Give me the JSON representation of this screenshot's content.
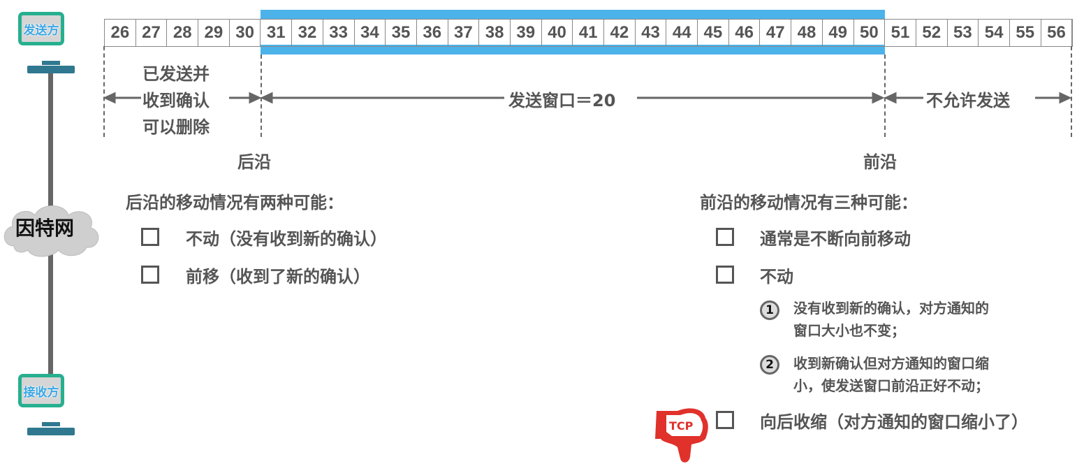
{
  "hosts": {
    "sender": "发送方",
    "receiver": "接收方",
    "internet": "因特网"
  },
  "sequence": [
    26,
    27,
    28,
    29,
    30,
    31,
    32,
    33,
    34,
    35,
    36,
    37,
    38,
    39,
    40,
    41,
    42,
    43,
    44,
    45,
    46,
    47,
    48,
    49,
    50,
    51,
    52,
    53,
    54,
    55,
    56
  ],
  "window": {
    "start": 31,
    "end": 50,
    "size_label": "发送窗口＝20"
  },
  "regions": {
    "acked_lines": [
      "已发送并",
      "收到确认",
      "可以删除"
    ],
    "not_allowed": "不允许发送"
  },
  "edges": {
    "trailing": "后沿",
    "leading": "前沿"
  },
  "trailing_moves": {
    "title": "后沿的移动情况有两种可能：",
    "items": [
      "不动（没有收到新的确认）",
      "前移（收到了新的确认）"
    ]
  },
  "leading_moves": {
    "title": "前沿的移动情况有三种可能：",
    "items": [
      "通常是不断向前移动",
      "不动",
      "向后收缩（对方通知的窗口缩小了）"
    ],
    "sub": [
      {
        "num": "1",
        "lines": [
          "没有收到新的确认，对方通知的",
          "窗口大小也不变；"
        ]
      },
      {
        "num": "2",
        "lines": [
          "收到新确认但对方通知的窗口缩",
          "小，使发送窗口前沿正好不动；"
        ]
      }
    ]
  },
  "badge": "TCP",
  "colors": {
    "window": "#4cb3ea",
    "host": "#27b08f",
    "thumb": "#e0312b"
  }
}
